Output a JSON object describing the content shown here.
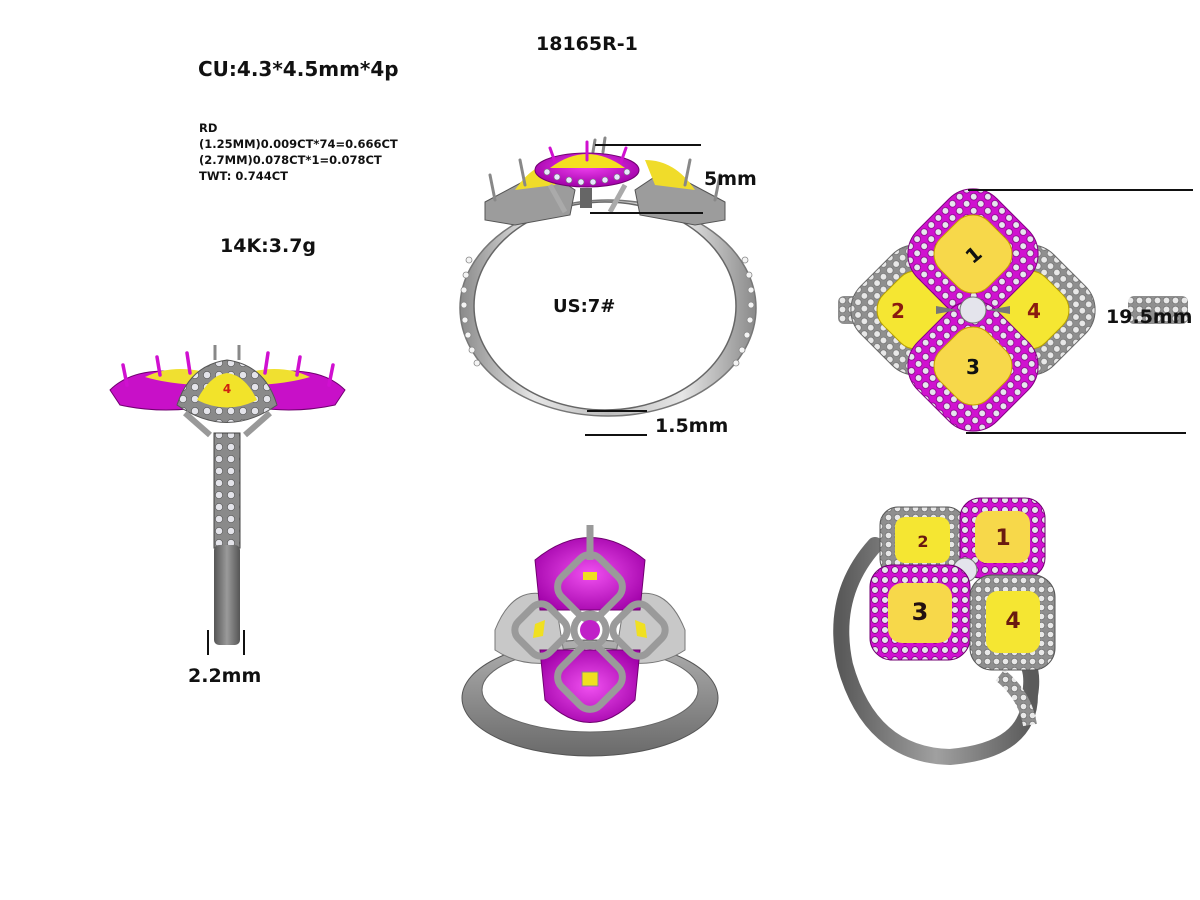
{
  "sheet": {
    "model_code": "18165R-1",
    "center_stones": "CU:4.3*4.5mm*4p",
    "stone_spec": {
      "header": "RD",
      "lines": [
        "(1.25MM)0.009CT*74=0.666CT",
        "(2.7MM)0.078CT*1=0.078CT",
        "TWT:  0.744CT"
      ]
    },
    "metal_weight": "14K:3.7g"
  },
  "views": {
    "front": {
      "ring_size": "US:7#",
      "height_dim": "5mm",
      "shank_thickness_dim": "1.5mm"
    },
    "side": {
      "shank_width_dim": "2.2mm",
      "stone_label": "4"
    },
    "top": {
      "length_dim": "19.5mm",
      "stone_labels": [
        "1",
        "2",
        "3",
        "4"
      ]
    },
    "back": {},
    "perspective": {
      "stone_labels": [
        "1",
        "2",
        "3",
        "4"
      ]
    }
  },
  "colors": {
    "metal": "#9a9a9a",
    "metal_light": "#d4d4d4",
    "ruby_halo": "#cc11cc",
    "yellow_stone": "#f4e63a",
    "label_text": "#8a1a10",
    "dim_line": "#111111"
  }
}
